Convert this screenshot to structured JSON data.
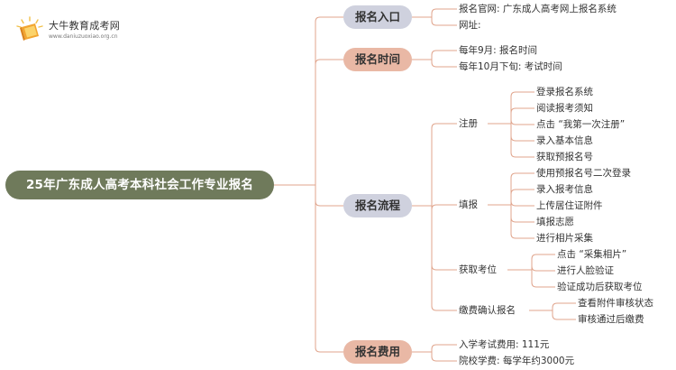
{
  "logo": {
    "title": "大牛教育成考网",
    "url": "www.daniuzuoxiao.org.cn"
  },
  "root": "25年广东成人高考本科社会工作专业报名",
  "branches": [
    {
      "label": "报名入口",
      "items": [
        "报名官网: 广东成人高考网上报名系统",
        "网址:"
      ]
    },
    {
      "label": "报名时间",
      "items": [
        "每年9月: 报名时间",
        "每年10月下旬: 考试时间"
      ]
    },
    {
      "label": "报名流程",
      "groups": [
        {
          "label": "注册",
          "items": [
            "登录报名系统",
            "阅读报考须知",
            "点击 “我第一次注册”",
            "录入基本信息",
            "获取预报名号"
          ]
        },
        {
          "label": "填报",
          "items": [
            "使用预报名号二次登录",
            "录入报考信息",
            "上传居住证附件",
            "填报志愿",
            "进行相片采集"
          ]
        },
        {
          "label": "获取考位",
          "items": [
            "点击 “采集相片”",
            "进行人脸验证",
            "验证成功后获取考位"
          ]
        },
        {
          "label": "缴费确认报名",
          "items": [
            "查看附件审核状态",
            "审核通过后缴费"
          ]
        }
      ]
    },
    {
      "label": "报名费用",
      "items": [
        "入学考试费用: 111元",
        "院校学费: 每学年约3000元"
      ]
    }
  ],
  "colors": {
    "root": "#6f7a5b",
    "branch_blue": "#cfd1de",
    "branch_peach": "#e9b8a5",
    "line": "#e0a48c"
  }
}
